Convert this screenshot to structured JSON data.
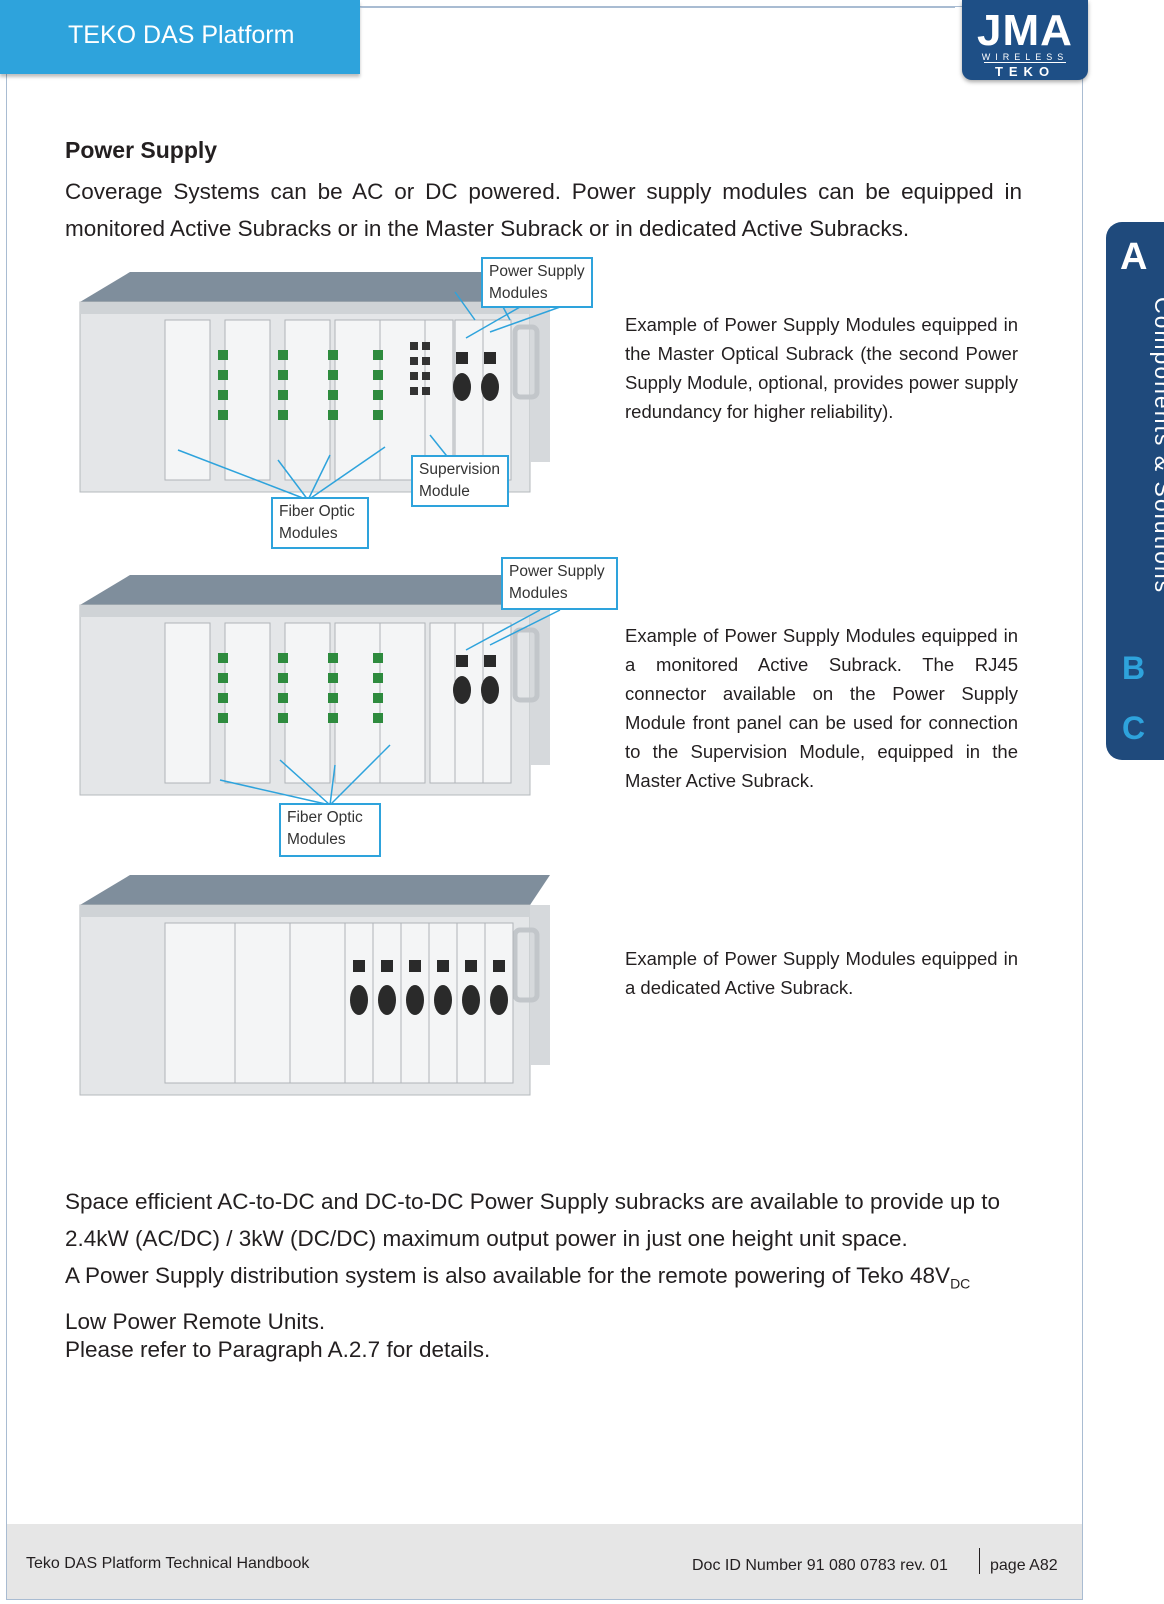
{
  "header": {
    "tab_title": "TEKO DAS Platform"
  },
  "logo": {
    "brand": "JMA",
    "sub1": "WIRELESS",
    "sub2": "TEKO"
  },
  "side_tab": {
    "letter_a": "A",
    "section": "Components & Solutions",
    "letter_b": "B",
    "letter_c": "C"
  },
  "main": {
    "title": "Power Supply",
    "intro": "Coverage Systems can be AC or DC powered. Power supply modules can be equipped in monitored Active Subracks or in the Master Subrack or in dedicated Active Subracks."
  },
  "figures": [
    {
      "labels": {
        "power_supply": "Power Supply Modules",
        "supervision": "Supervision Module",
        "fiber_optic": "Fiber Optic Modules"
      },
      "caption": "Example of Power Supply Modules equipped in the Master Optical Subrack (the second Power Supply Module, optional, provides power supply redundancy for higher reliability)."
    },
    {
      "labels": {
        "power_supply": "Power Supply Modules",
        "fiber_optic": "Fiber Optic Modules"
      },
      "caption": "Example of Power Supply Modules equipped in a monitored Active Subrack. The RJ45 connector available on the Power Supply Module front panel can be used for connection to the Supervision Module, equipped in the Master Active Subrack."
    },
    {
      "caption": "Example of Power Supply Modules equipped in a dedicated Active Subrack."
    }
  ],
  "body": {
    "para1": "Space efficient AC-to-DC and DC-to-DC Power Supply subracks are available to provide up to 2.4kW (AC/DC) / 3kW (DC/DC) maximum output power in just one height unit space.",
    "para2_main": "A Power Supply distribution system is also available for the remote powering of Teko 48V",
    "para2_sub": "DC",
    "para2_end": "Low Power Remote Units.",
    "para3": "Please refer to Paragraph A.2.7 for details."
  },
  "footer": {
    "left": "Teko DAS Platform Technical Handbook",
    "doc_id": "Doc ID Number 91 080 0783 rev. 01",
    "page": "page A82"
  }
}
